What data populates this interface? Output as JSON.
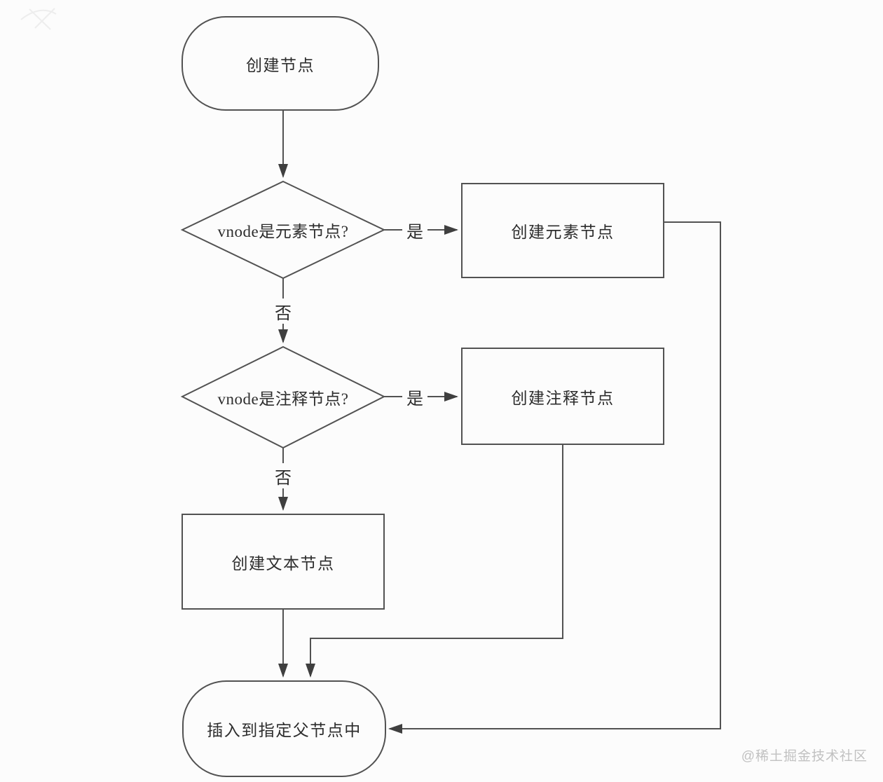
{
  "page": {
    "background": "#fcfcfc",
    "line_color": "#525252",
    "arrow_color": "#3f3f3f",
    "text_color": "#2d2d2d",
    "watermark": {
      "text": "@稀土掘金技术社区",
      "color": "#c1c1c1"
    }
  },
  "flowchart": {
    "nodes": [
      {
        "id": "start",
        "type": "terminator",
        "label": "创建节点"
      },
      {
        "id": "is-element",
        "type": "decision",
        "label": "vnode是元素节点?"
      },
      {
        "id": "create-element",
        "type": "process",
        "label": "创建元素节点"
      },
      {
        "id": "is-comment",
        "type": "decision",
        "label": "vnode是注释节点?"
      },
      {
        "id": "create-comment",
        "type": "process",
        "label": "创建注释节点"
      },
      {
        "id": "create-text",
        "type": "process",
        "label": "创建文本节点"
      },
      {
        "id": "insert-parent",
        "type": "terminator",
        "label": "插入到指定父节点中"
      }
    ],
    "edges": [
      {
        "from": "start",
        "to": "is-element",
        "label": ""
      },
      {
        "from": "is-element",
        "to": "create-element",
        "label": "是"
      },
      {
        "from": "is-element",
        "to": "is-comment",
        "label": "否"
      },
      {
        "from": "is-comment",
        "to": "create-comment",
        "label": "是"
      },
      {
        "from": "is-comment",
        "to": "create-text",
        "label": "否"
      },
      {
        "from": "create-text",
        "to": "insert-parent",
        "label": ""
      },
      {
        "from": "create-comment",
        "to": "insert-parent",
        "label": ""
      },
      {
        "from": "create-element",
        "to": "insert-parent",
        "label": ""
      }
    ]
  }
}
